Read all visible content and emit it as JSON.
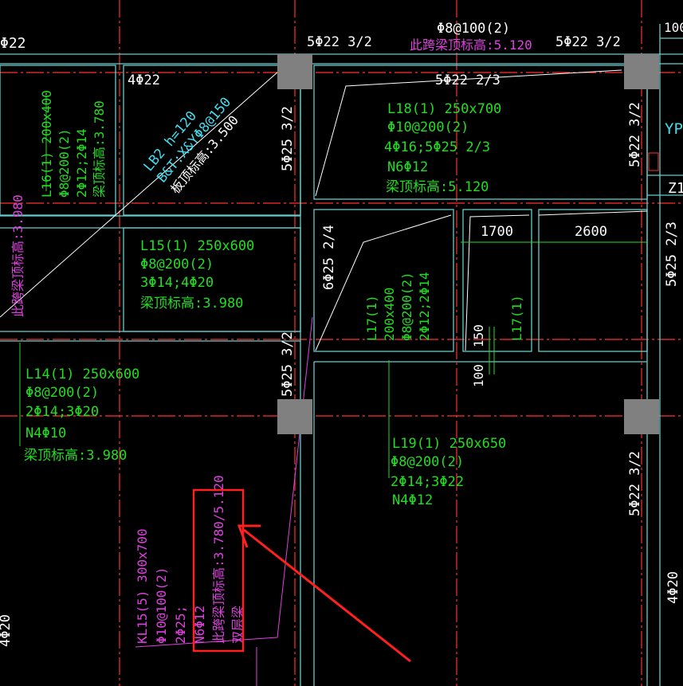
{
  "colors": {
    "background": "#000000",
    "beam_line": "#66cccc",
    "axis": "#ff3030",
    "green_text": "#22dd22",
    "magenta_text": "#e040e0",
    "white_text": "#ffffff",
    "cyan_text": "#44ddee",
    "column": "#808080",
    "highlight": "#ff2020"
  },
  "top_labels": {
    "left_rebar": "Φ22",
    "mid_rebar": "5Φ22 3/2",
    "mid_stirrup": "Φ8@100(2)",
    "mid_elev": "此跨梁顶标高:5.120",
    "right_rebar": "5Φ22 3/2",
    "far_right": "100"
  },
  "labels": {
    "c1": "4Φ22",
    "c2": "5Φ22 2/3",
    "v1": "5Φ25 3/2",
    "v2": "5Φ22 3/2",
    "v3": "5Φ25 2/3",
    "v4": "6Φ25 2/4",
    "v5": "5Φ25 3/2",
    "v6": "5Φ22 3/2",
    "v7": "4Φ20",
    "v8": "4Φ20",
    "yp": "YP",
    "z1": "Z1",
    "dim1700": "1700",
    "dim2600": "2600",
    "dim150": "150",
    "dim100": "100"
  },
  "slab_label": {
    "l1": "LB2 h=120",
    "l2": "B&T:X&YΦ8@150",
    "l3": "板顶标高:3.500"
  },
  "beam_l16": {
    "l1": "L16(1) 200x400",
    "l2": "Φ8@200(2)",
    "l3": "2Φ12;2Φ14",
    "l4": "梁顶标高:3.780"
  },
  "beam_l15": {
    "l1": "L15(1) 250x600",
    "l2": "Φ8@200(2)",
    "l3": "3Φ14;4Φ20",
    "l4": "梁顶标高:3.980"
  },
  "beam_l18": {
    "l1": "L18(1) 250x700",
    "l2": "Φ10@200(2)",
    "l3": "4Φ16;5Φ25 2/3",
    "l4": "N6Φ12",
    "l5": "梁顶标高:5.120"
  },
  "beam_l14": {
    "l1": "L14(1) 250x600",
    "l2": "Φ8@200(2)",
    "l3": "2Φ14;3Φ20",
    "l4": "N4Φ10",
    "l5": "梁顶标高:3.980"
  },
  "beam_l17a": {
    "l1": "L17(1)",
    "l2": "200x400",
    "l3": "Φ8@200(2)",
    "l4": "2Φ12;2Φ14"
  },
  "beam_l17b": {
    "l1": "L17(1)"
  },
  "beam_l19": {
    "l1": "L19(1) 250x650",
    "l2": "Φ8@200(2)",
    "l3": "2Φ14;3Φ22",
    "l4": "N4Φ12"
  },
  "beam_kl15": {
    "l1": "KL15(5) 300x700",
    "l2": "Φ10@100(2)",
    "l3": "2Φ25;",
    "l4": "N6Φ12",
    "l5": "此跨梁顶标高:3.780/5.120",
    "l6": "双层梁"
  },
  "side_magenta": {
    "l1": "此跨梁顶标高:3.980"
  }
}
